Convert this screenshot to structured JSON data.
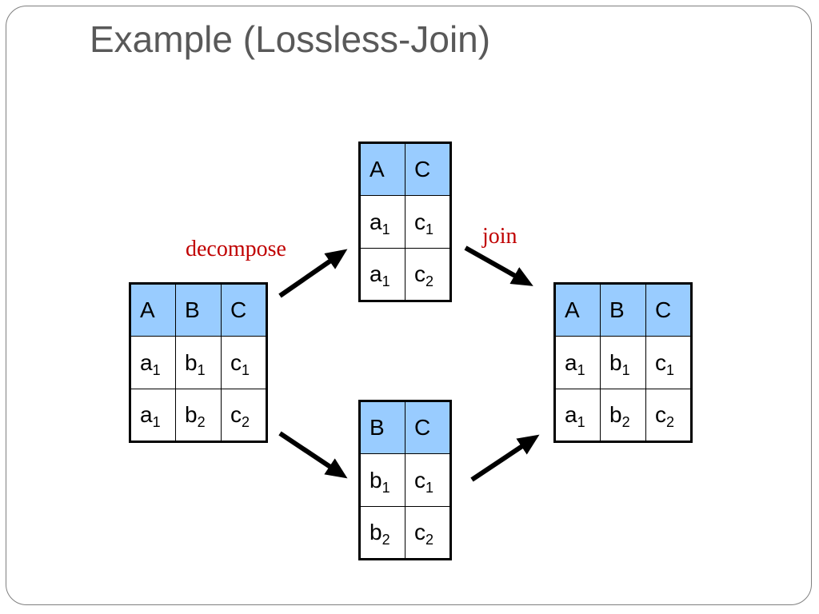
{
  "slide": {
    "title": "Example (Lossless-Join)"
  },
  "labels": {
    "decompose": "decompose",
    "join": "join"
  },
  "colors": {
    "header_fill": "#99ccff",
    "label_red": "#c00000",
    "title_gray": "#595959"
  },
  "tables": {
    "original": {
      "columns": [
        "A",
        "B",
        "C"
      ],
      "rows": [
        [
          {
            "base": "a",
            "sub": "1"
          },
          {
            "base": "b",
            "sub": "1"
          },
          {
            "base": "c",
            "sub": "1"
          }
        ],
        [
          {
            "base": "a",
            "sub": "1"
          },
          {
            "base": "b",
            "sub": "2"
          },
          {
            "base": "c",
            "sub": "2"
          }
        ]
      ]
    },
    "ac": {
      "columns": [
        "A",
        "C"
      ],
      "rows": [
        [
          {
            "base": "a",
            "sub": "1"
          },
          {
            "base": "c",
            "sub": "1"
          }
        ],
        [
          {
            "base": "a",
            "sub": "1"
          },
          {
            "base": "c",
            "sub": "2"
          }
        ]
      ]
    },
    "bc": {
      "columns": [
        "B",
        "C"
      ],
      "rows": [
        [
          {
            "base": "b",
            "sub": "1"
          },
          {
            "base": "c",
            "sub": "1"
          }
        ],
        [
          {
            "base": "b",
            "sub": "2"
          },
          {
            "base": "c",
            "sub": "2"
          }
        ]
      ]
    },
    "joined": {
      "columns": [
        "A",
        "B",
        "C"
      ],
      "rows": [
        [
          {
            "base": "a",
            "sub": "1"
          },
          {
            "base": "b",
            "sub": "1"
          },
          {
            "base": "c",
            "sub": "1"
          }
        ],
        [
          {
            "base": "a",
            "sub": "1"
          },
          {
            "base": "b",
            "sub": "2"
          },
          {
            "base": "c",
            "sub": "2"
          }
        ]
      ]
    }
  }
}
